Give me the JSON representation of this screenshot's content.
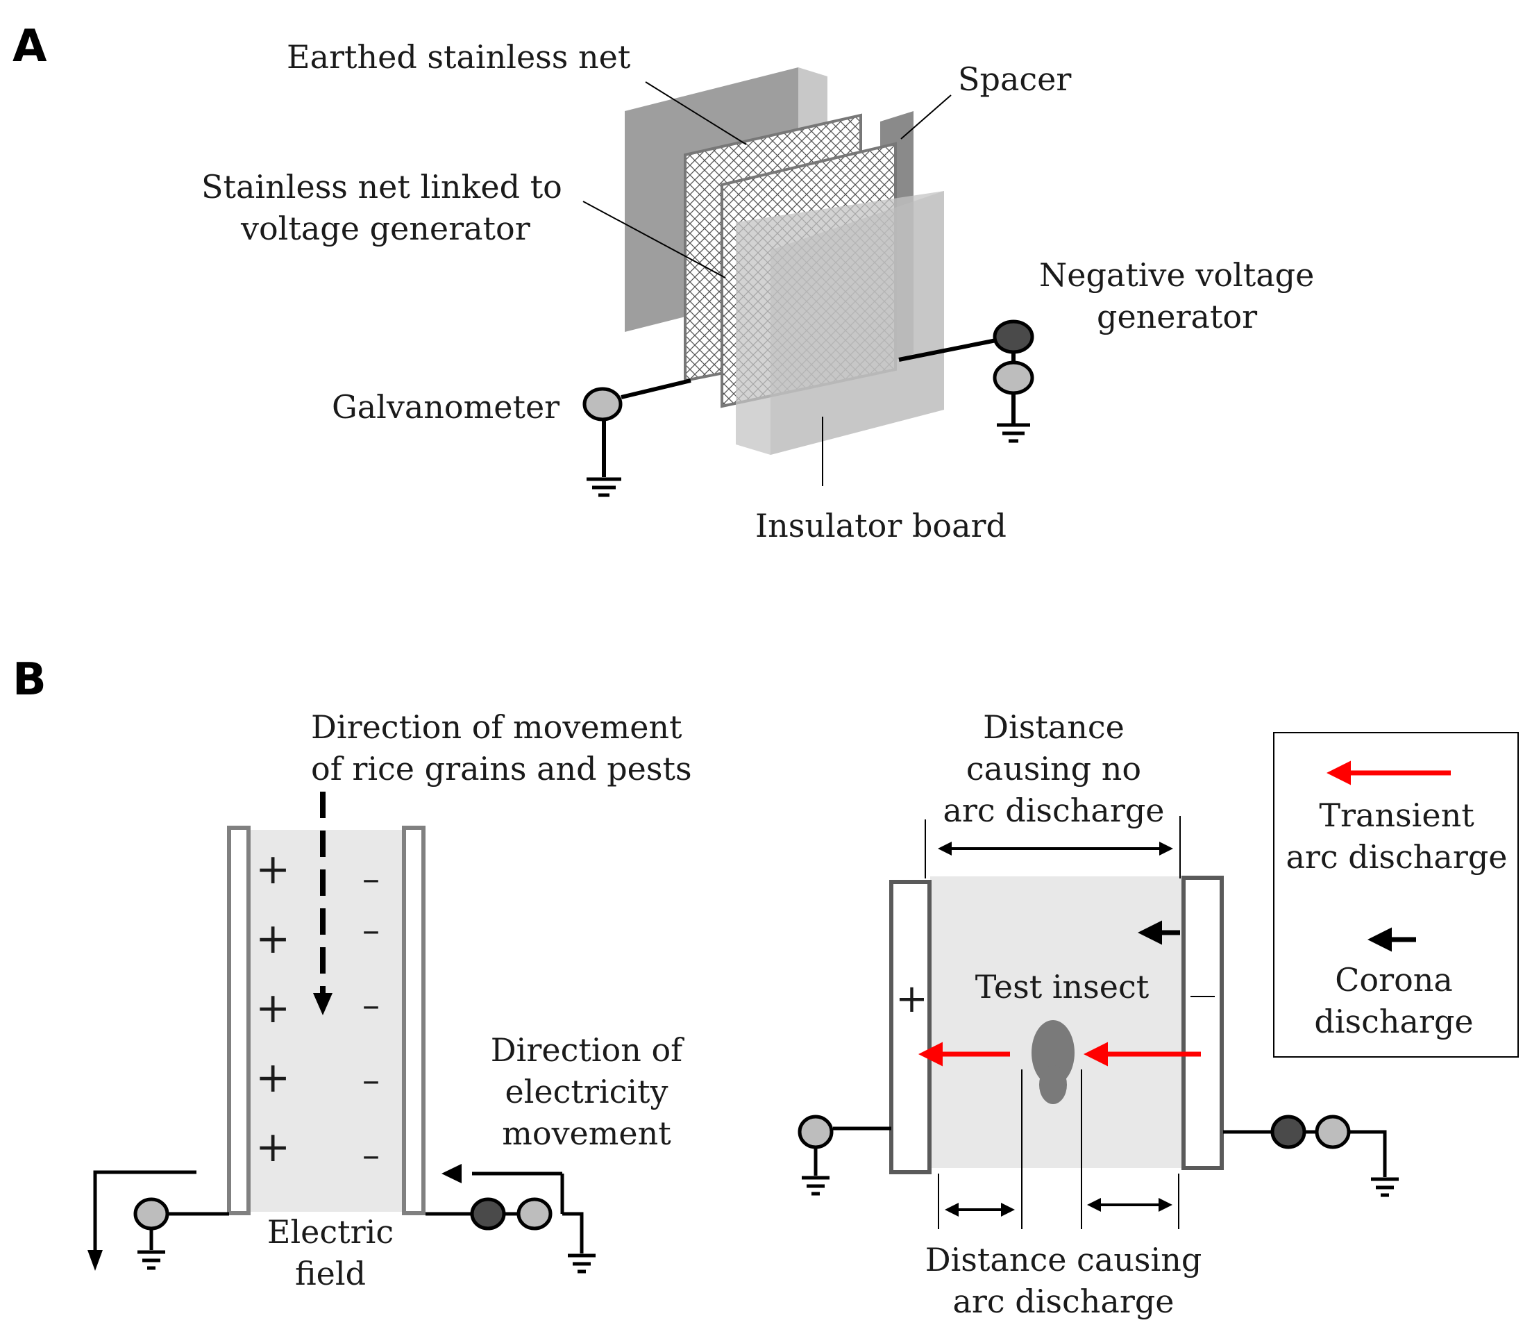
{
  "panel_a": {
    "letter": "A",
    "labels": {
      "earthed_net": "Earthed stainless net",
      "spacer": "Spacer",
      "linked_net_l1": "Stainless net linked  to",
      "linked_net_l2": "voltage generator",
      "neg_gen_l1": "Negative voltage",
      "neg_gen_l2": "generator",
      "galvanometer": "Galvanometer",
      "insulator": "Insulator board"
    }
  },
  "panel_b": {
    "letter": "B",
    "left": {
      "movement_l1": "Direction of movement",
      "movement_l2": "of rice grains and pests",
      "electricity_l1": "Direction of",
      "electricity_l2": "electricity",
      "electricity_l3": "movement",
      "field_l1": "Electric",
      "field_l2": "field",
      "plus": "+",
      "minus": "–"
    },
    "right": {
      "no_arc_l1": "Distance",
      "no_arc_l2": "causing no",
      "no_arc_l3": "arc discharge",
      "test_insect": "Test insect",
      "arc_l1": "Distance causing",
      "arc_l2": "arc discharge",
      "plus": "+"
    },
    "legend": {
      "transient_l1": "Transient",
      "transient_l2": "arc discharge",
      "corona_l1": "Corona",
      "corona_l2": "discharge"
    }
  },
  "colors": {
    "transient_arrow": "#ff0000",
    "corona_arrow": "#000000",
    "field_fill": "#e8e8e8",
    "plate_stroke": "#808080"
  }
}
